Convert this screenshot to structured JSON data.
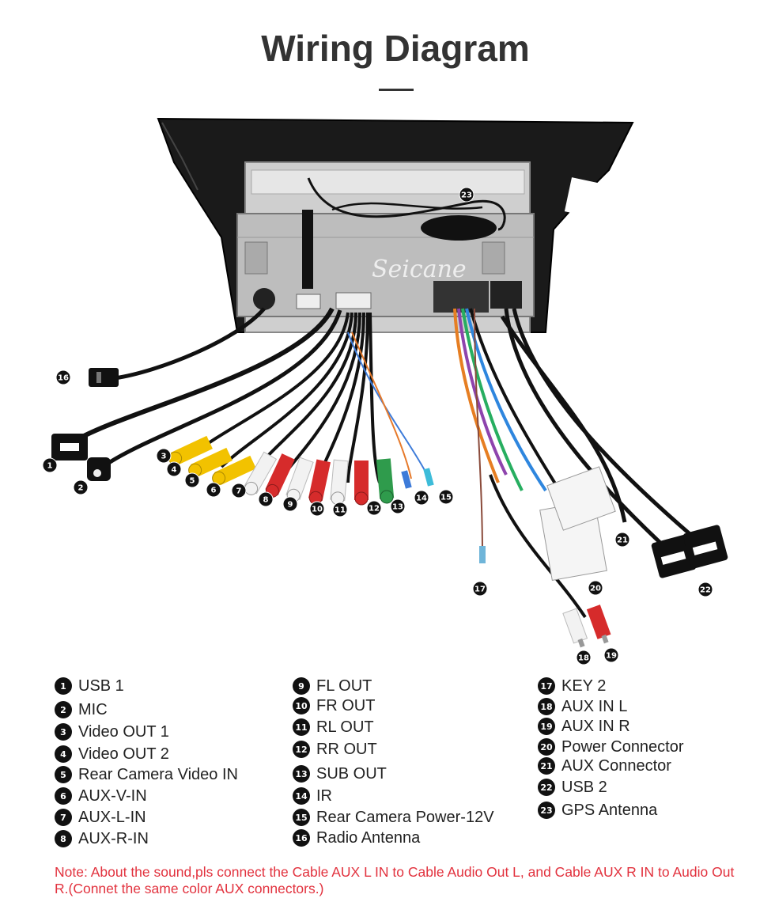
{
  "title": "Wiring Diagram",
  "brand_watermark": "Seicane",
  "legend": [
    {
      "num": "1",
      "label": "USB 1"
    },
    {
      "num": "2",
      "label": "MIC"
    },
    {
      "num": "3",
      "label": "Video OUT 1"
    },
    {
      "num": "4",
      "label": "Video OUT 2"
    },
    {
      "num": "5",
      "label": "Rear Camera Video IN"
    },
    {
      "num": "6",
      "label": "AUX-V-IN"
    },
    {
      "num": "7",
      "label": "AUX-L-IN"
    },
    {
      "num": "8",
      "label": "AUX-R-IN"
    },
    {
      "num": "9",
      "label": "FL OUT"
    },
    {
      "num": "10",
      "label": "FR OUT"
    },
    {
      "num": "11",
      "label": "RL OUT"
    },
    {
      "num": "12",
      "label": "RR OUT"
    },
    {
      "num": "13",
      "label": "SUB OUT"
    },
    {
      "num": "14",
      "label": "IR"
    },
    {
      "num": "15",
      "label": "Rear Camera Power-12V"
    },
    {
      "num": "16",
      "label": "Radio Antenna"
    },
    {
      "num": "17",
      "label": "KEY 2"
    },
    {
      "num": "18",
      "label": "AUX IN L"
    },
    {
      "num": "19",
      "label": "AUX IN R"
    },
    {
      "num": "20",
      "label": "Power Connector"
    },
    {
      "num": "21",
      "label": "AUX Connector"
    },
    {
      "num": "22",
      "label": "USB 2"
    },
    {
      "num": "23",
      "label": "GPS Antenna"
    }
  ],
  "note": "Note: About the sound,pls connect the Cable AUX L IN to Cable Audio Out L, and Cable AUX R IN to Audio Out R.(Connet the same color AUX connectors.)",
  "colors": {
    "title": "#333333",
    "note": "#e2323e",
    "badge": "#111111"
  }
}
